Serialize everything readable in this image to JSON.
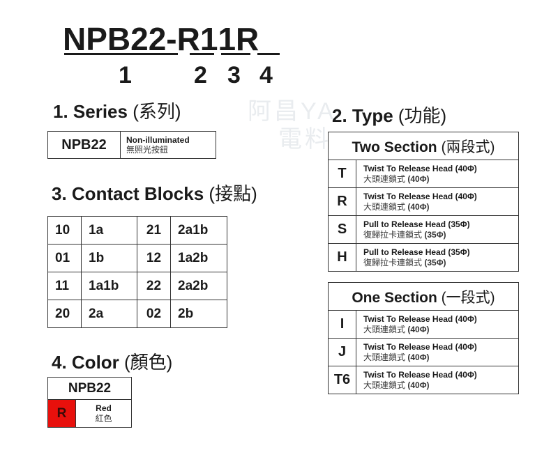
{
  "model_code": {
    "parts": [
      "NPB22",
      "-",
      "R",
      "1",
      "1",
      "R"
    ],
    "index_labels": [
      "1",
      "2",
      "3",
      "4"
    ]
  },
  "watermark": {
    "line1": "阿昌YA",
    "line2": "電料"
  },
  "series": {
    "heading": "1. Series ",
    "heading_zh": "(系列)",
    "code": "NPB22",
    "desc_en": "Non-illuminated",
    "desc_zh": "無照光按鈕"
  },
  "contact_blocks": {
    "heading": "3. Contact Blocks ",
    "heading_zh": "(接點)",
    "rows": [
      [
        "10",
        "1a",
        "21",
        "2a1b"
      ],
      [
        "01",
        "1b",
        "12",
        "1a2b"
      ],
      [
        "11",
        "1a1b",
        "22",
        "2a2b"
      ],
      [
        "20",
        "2a",
        "02",
        "2b"
      ]
    ]
  },
  "color": {
    "heading": "4. Color ",
    "heading_zh": "(顏色)",
    "series": "NPB22",
    "code": "R",
    "name_en": "Red",
    "name_zh": "紅色",
    "swatch_color": "#e8100c"
  },
  "type": {
    "heading": "2. Type ",
    "heading_zh": "(功能)",
    "two_section": {
      "title": "Two Section ",
      "title_zh": "(兩段式)",
      "options": [
        {
          "key": "T",
          "en": "Twist To Release Head (40Φ)",
          "zh": "大頭連鎖式 ",
          "zh_size": "(40Φ)"
        },
        {
          "key": "R",
          "en": "Twist To Release Head (40Φ)",
          "zh": "大頭連鎖式 ",
          "zh_size": "(40Φ)"
        },
        {
          "key": "S",
          "en": "Pull to Release Head (35Φ)",
          "zh": "復歸拉卡連鎖式 ",
          "zh_size": "(35Φ)"
        },
        {
          "key": "H",
          "en": "Pull to Release Head (35Φ)",
          "zh": "復歸拉卡連鎖式 ",
          "zh_size": "(35Φ)"
        }
      ]
    },
    "one_section": {
      "title": "One Section ",
      "title_zh": "(一段式)",
      "options": [
        {
          "key": "I",
          "en": "Twist To Release Head (40Φ)",
          "zh": "大頭連鎖式 ",
          "zh_size": "(40Φ)"
        },
        {
          "key": "J",
          "en": "Twist To Release Head (40Φ)",
          "zh": "大頭連鎖式 ",
          "zh_size": "(40Φ)"
        },
        {
          "key": "T6",
          "en": "Twist To Release Head (40Φ)",
          "zh": "大頭連鎖式 ",
          "zh_size": "(40Φ)"
        }
      ]
    }
  }
}
